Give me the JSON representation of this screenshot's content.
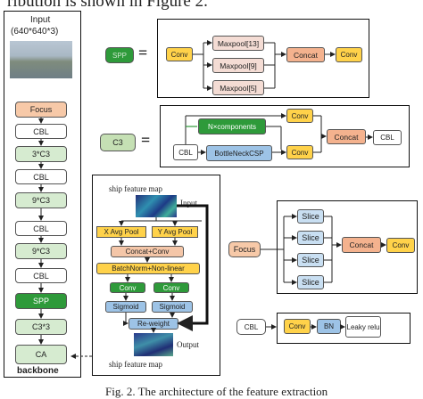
{
  "header_fragment": "ribution is shown in Figure 2.",
  "caption": "Fig. 2. The architecture of the feature extraction",
  "backbone": {
    "input_label": "Input",
    "input_size": "(640*640*3)",
    "blocks": [
      "Focus",
      "CBL",
      "3*C3",
      "CBL",
      "9*C3",
      "CBL",
      "9*C3",
      "CBL",
      "SPP",
      "C3*3",
      "CA"
    ],
    "label": "backbone"
  },
  "spp": {
    "label": "SPP",
    "conv_in": "Conv",
    "pools": [
      "Maxpool[13]",
      "Maxpool[9]",
      "Maxpool[5]"
    ],
    "concat": "Concat",
    "conv_out": "Conv"
  },
  "c3": {
    "label": "C3",
    "cbl": "CBL",
    "n_components": "N×components",
    "bottleneck": "BottleNeckCSP",
    "conv_top": "Conv",
    "conv_bottom": "Conv",
    "concat": "Concat",
    "cbl_out": "CBL"
  },
  "focus": {
    "label": "Focus",
    "slices": [
      "Slice",
      "Slice",
      "Slice",
      "Slice"
    ],
    "concat": "Concat",
    "conv": "Conv"
  },
  "cbl": {
    "label": "CBL",
    "conv": "Conv",
    "bn": "BN",
    "act": "Leaky relu"
  },
  "ca": {
    "title": "ship feature map",
    "input": "Input",
    "x_pool": "X Avg Pool",
    "y_pool": "Y Avg Pool",
    "concat_conv": "Concat+Conv",
    "bn_nonlinear": "BatchNorm+Non-linear",
    "conv_left": "Conv",
    "conv_right": "Conv",
    "sig_left": "Sigmoid",
    "sig_right": "Sigmoid",
    "reweight": "Re-weight",
    "output": "Output",
    "bottom_title": "ship feature map"
  },
  "colors": {
    "orange": "#f7c9a8",
    "green_light": "#d6ebd0",
    "green_mid": "#c5e0b4",
    "green_dark": "#2e9a3a",
    "yellow": "#ffd24a",
    "pink": "#f4dcd4",
    "blue": "#c9dff2",
    "blue_mid": "#9dc3e6"
  }
}
